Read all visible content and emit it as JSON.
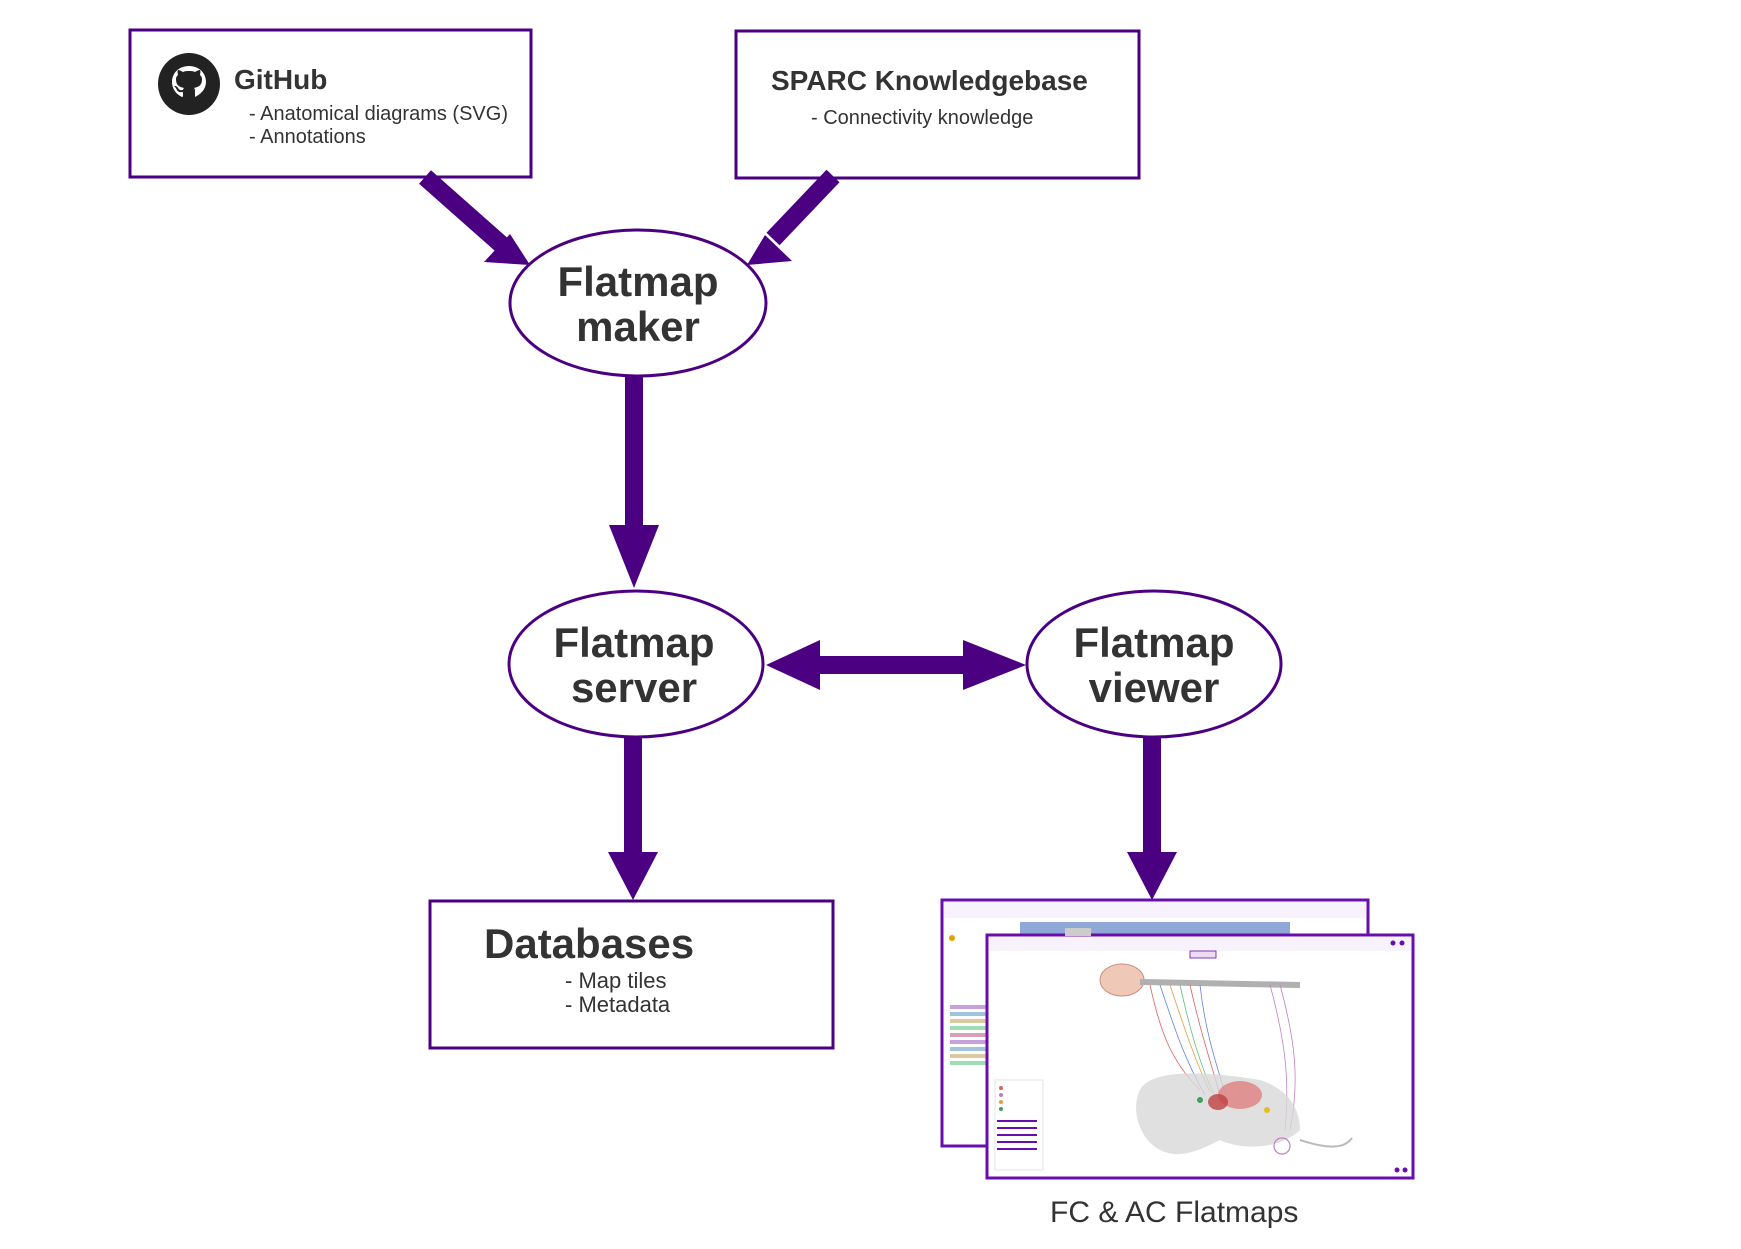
{
  "github": {
    "title": "GitHub",
    "items": [
      "- Anatomical diagrams (SVG)",
      "- Annotations"
    ],
    "icon": "github-icon"
  },
  "sparc": {
    "title": "SPARC Knowledgebase",
    "items": [
      "- Connectivity knowledge"
    ]
  },
  "maker": {
    "line1": "Flatmap",
    "line2": "maker"
  },
  "server": {
    "line1": "Flatmap",
    "line2": "server"
  },
  "viewer": {
    "line1": "Flatmap",
    "line2": "viewer"
  },
  "databases": {
    "title": "Databases",
    "items": [
      "- Map tiles",
      "- Metadata"
    ]
  },
  "screenshots": {
    "caption": "FC & AC Flatmaps"
  },
  "colors": {
    "accent": "#4b0082",
    "text": "#333333"
  }
}
